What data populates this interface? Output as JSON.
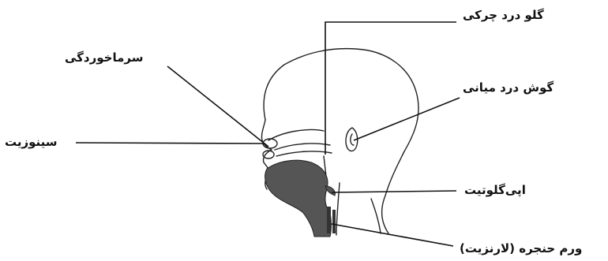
{
  "labels": {
    "throat_purulent": "گلو درد چرکی",
    "common_cold": "سرماخوردگی",
    "middle_ear": "گوش درد میانی",
    "sinusitis": "سینوزیت",
    "epiglottitis": "اپی‌گلوتیت",
    "laryngitis": "ورم حنجره (لارنزیت)"
  }
}
